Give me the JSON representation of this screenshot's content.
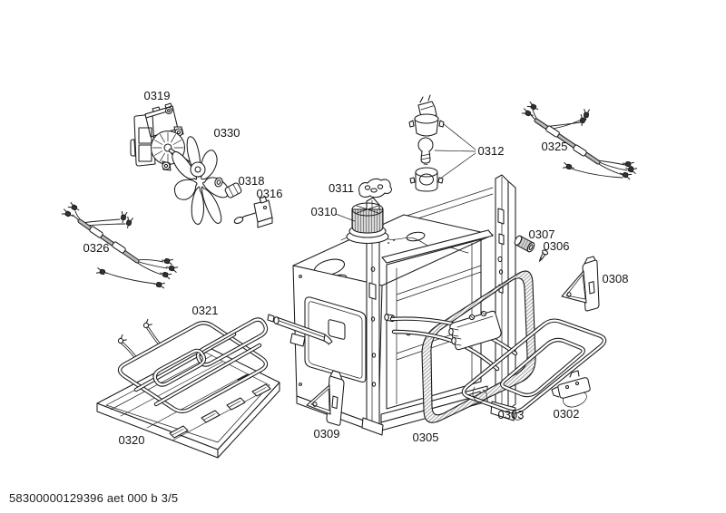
{
  "document": {
    "footer_code": "58300000129396 aet 000 b 3/5",
    "ink_color": "#1a1a1a",
    "background": "#ffffff"
  },
  "labels": {
    "0302": "0302",
    "0303": "0303",
    "0305": "0305",
    "0306": "0306",
    "0307": "0307",
    "0308": "0308",
    "0309": "0309",
    "0310": "0310",
    "0311": "0311",
    "0312": "0312",
    "0316": "0316",
    "0318": "0318",
    "0319": "0319",
    "0320": "0320",
    "0321": "0321",
    "0325": "0325",
    "0326": "0326",
    "0330": "0330"
  }
}
